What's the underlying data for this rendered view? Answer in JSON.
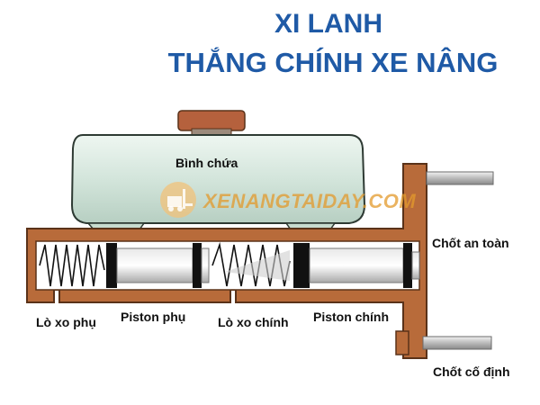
{
  "title": {
    "line1": "XI LANH",
    "line2": "THẮNG CHÍNH XE NÂNG"
  },
  "watermark": {
    "text": "XENANGTAIDAY.COM"
  },
  "labels": {
    "reservoir": "Bình chứa",
    "safety_pin": "Chốt an toàn",
    "fixed_pin": "Chốt cố định",
    "aux_spring": "Lò xo phụ",
    "aux_piston": "Piston phụ",
    "main_spring": "Lò xo chính",
    "main_piston": "Piston chính"
  },
  "colors": {
    "title": "#1f5aa6",
    "cylinder_body": "#b86b3a",
    "cylinder_outline": "#5a3219",
    "reservoir": "#d7e7dd",
    "cap": "#b5613d",
    "watermark": "#e39a2c"
  }
}
